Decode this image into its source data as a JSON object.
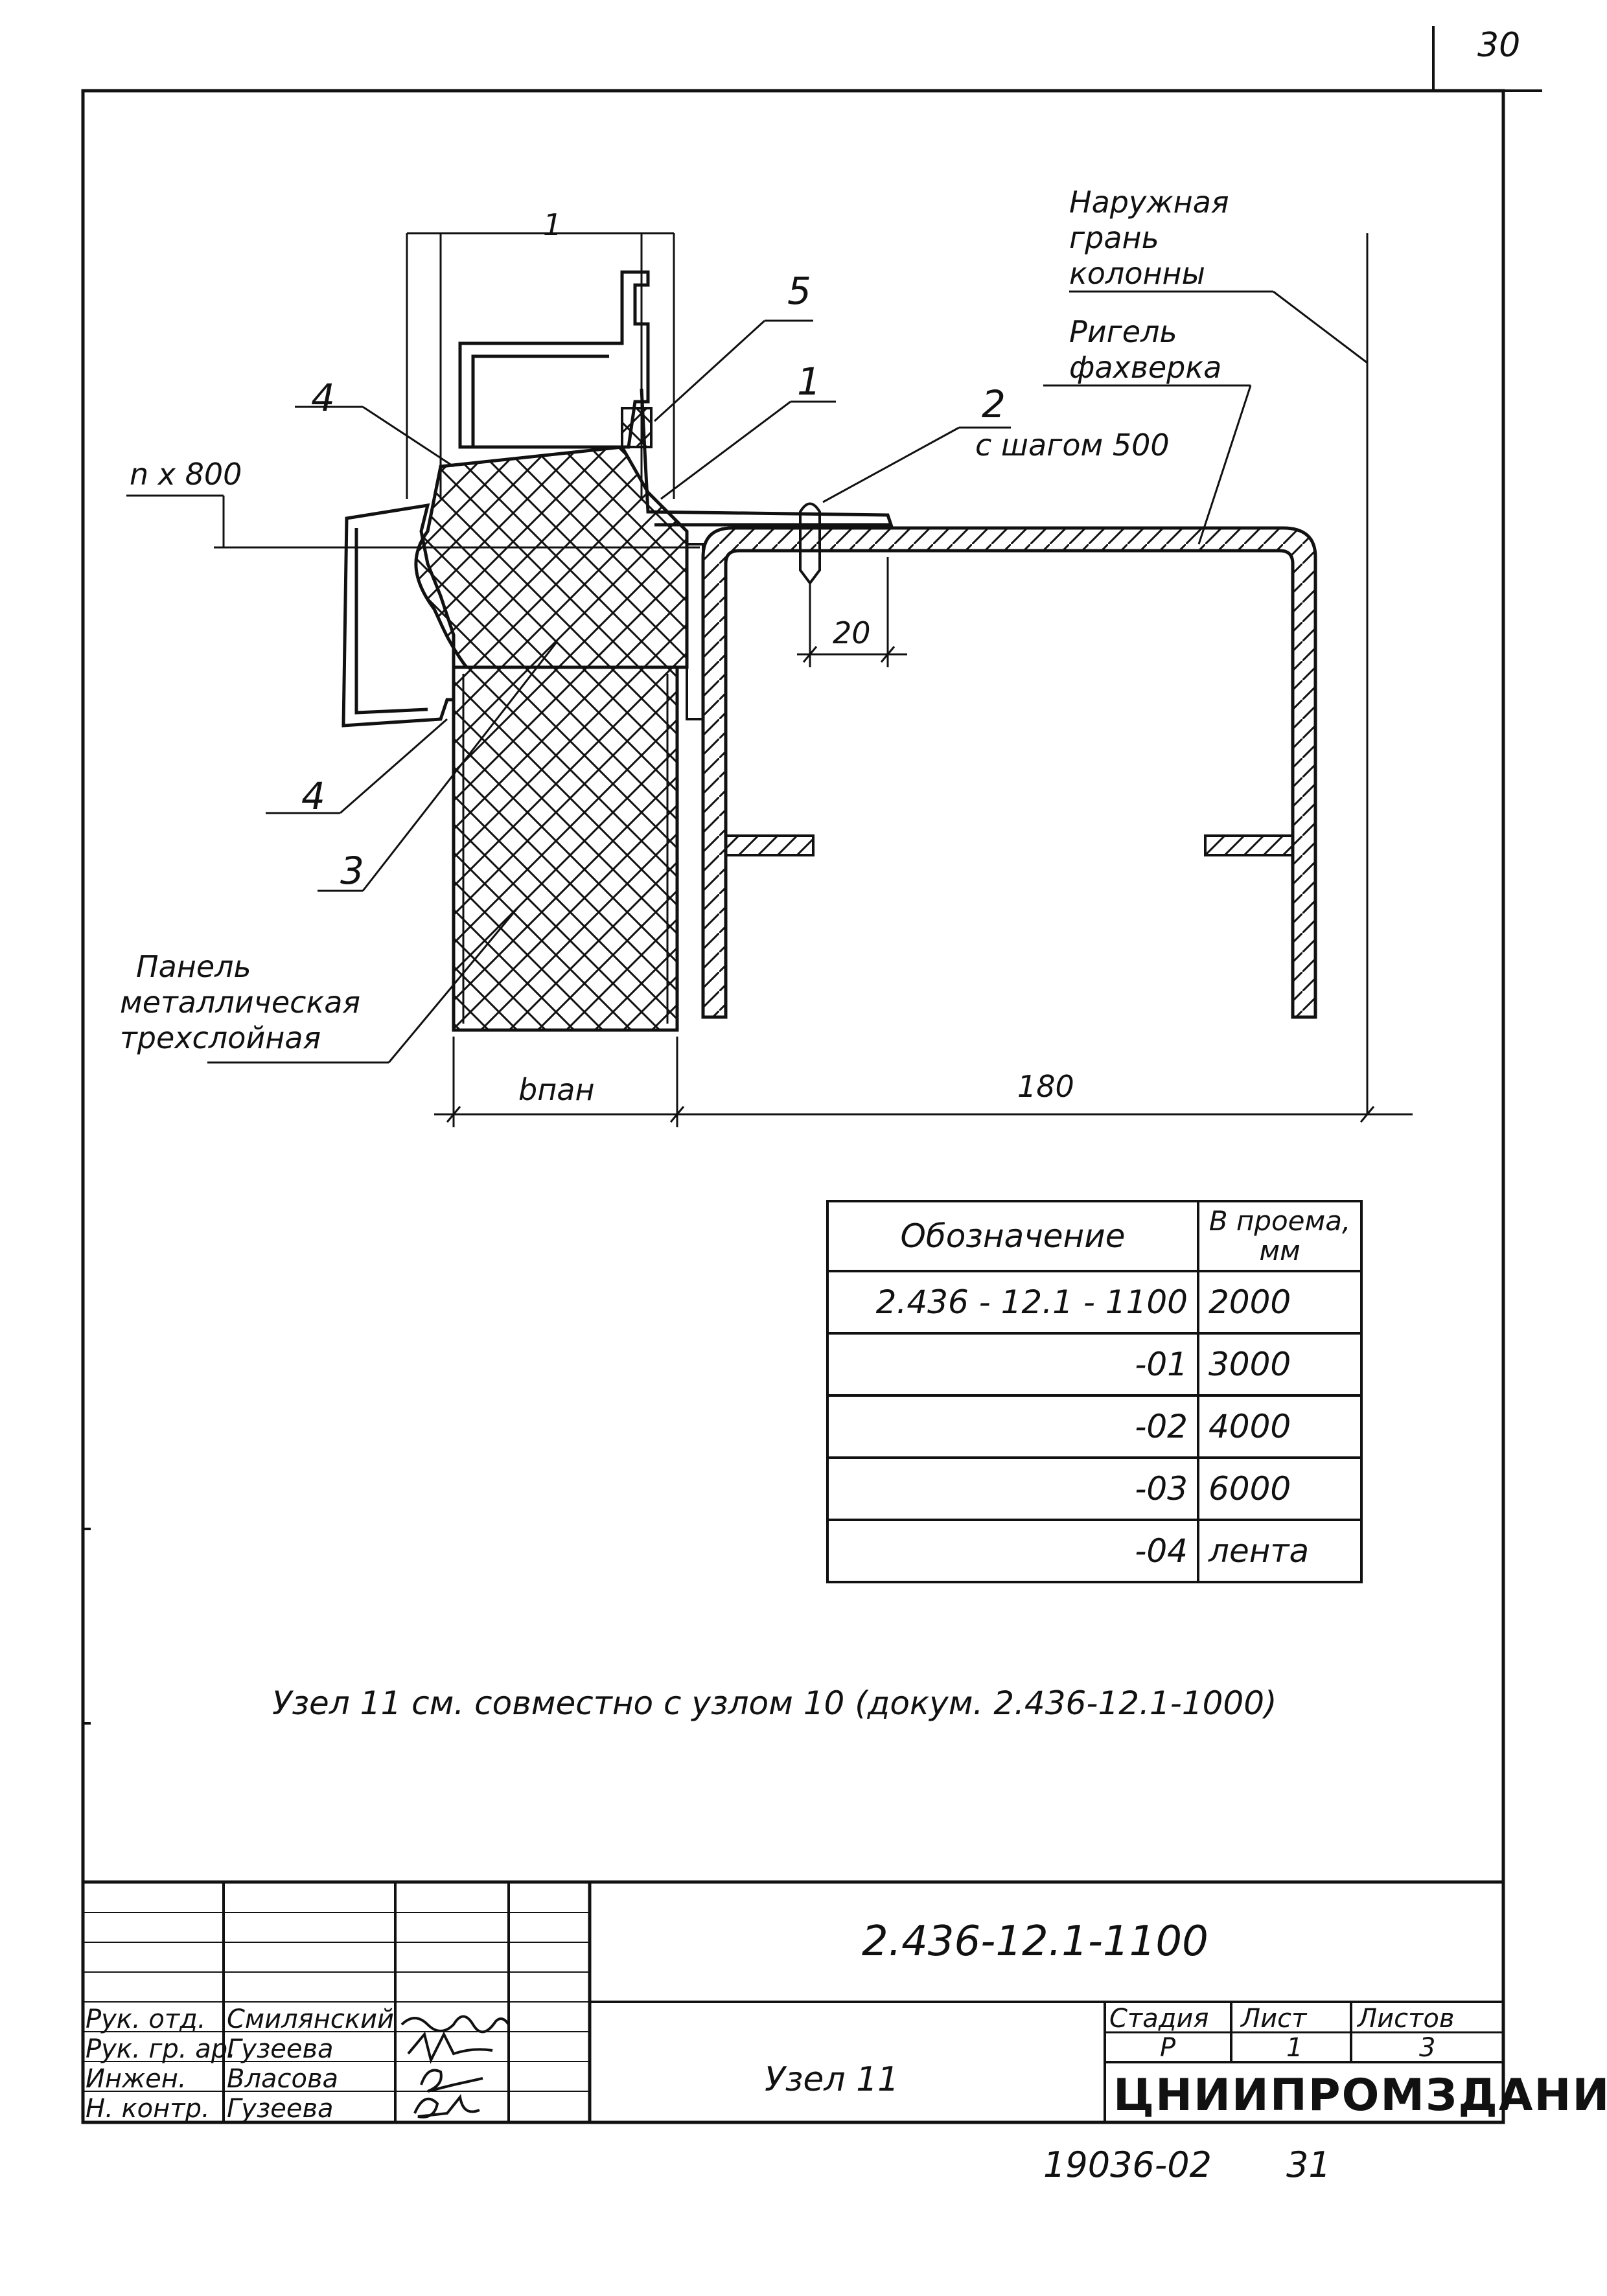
{
  "sheet": {
    "page_number": "30",
    "bottom_code": "19036-02",
    "bottom_page": "31"
  },
  "callouts": {
    "outer_face_line1": "Наружная",
    "outer_face_line2": "грань",
    "outer_face_line3": "колонны",
    "rigel_line1": "Ригель",
    "rigel_line2": "фахверка",
    "step_label": "с шагом 500",
    "level_label": "n x 800",
    "panel_line1": "Панель",
    "panel_line2": "металлическая",
    "panel_line3": "трехслойная",
    "top_label": "1",
    "pos1": "1",
    "pos2": "2",
    "pos3": "3",
    "pos4a": "4",
    "pos4b": "4",
    "pos5": "5"
  },
  "dimensions": {
    "d20": "20",
    "b_pan": "bпан",
    "d180": "180"
  },
  "spec_table": {
    "header_designation": "Обозначение",
    "header_opening_line1": "B проема,",
    "header_opening_line2": "мм",
    "rows": [
      {
        "designation": "2.436 - 12.1 - 1100",
        "value": "2000"
      },
      {
        "designation": "-01",
        "value": "3000"
      },
      {
        "designation": "-02",
        "value": "4000"
      },
      {
        "designation": "-03",
        "value": "6000"
      },
      {
        "designation": "-04",
        "value": "лента"
      }
    ]
  },
  "note": "Узел 11  см. совместно  с узлом  10 (докум. 2.436-12.1-1000)",
  "title_block": {
    "doc_code": "2.436-12.1-1100",
    "title": "Узел 11",
    "stage_label": "Стадия",
    "sheet_label": "Лист",
    "sheets_label": "Листов",
    "stage_value": "Р",
    "sheet_value": "1",
    "sheets_value": "3",
    "company": "ЦНИИПРОМЗДАНИЙ",
    "staff": [
      {
        "role": "Рук. отд.",
        "name": "Смилянский"
      },
      {
        "role": "Рук. гр. ар.",
        "name": "Гузеева"
      },
      {
        "role": "Инжен.",
        "name": "Власова"
      },
      {
        "role": "Н. контр.",
        "name": "Гузеева"
      }
    ]
  }
}
